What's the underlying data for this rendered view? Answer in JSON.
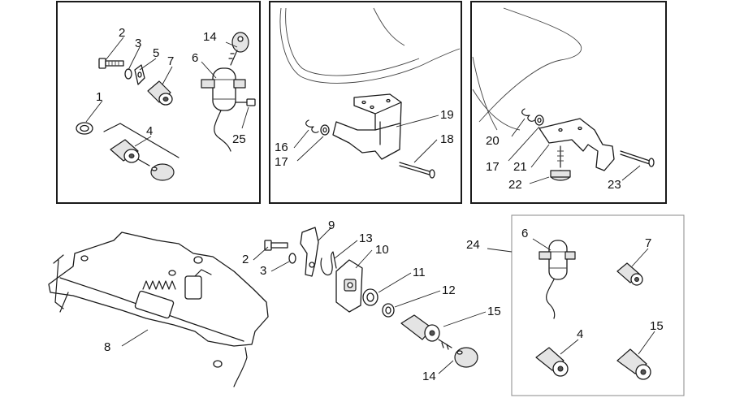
{
  "diagram": {
    "callouts": {
      "p1_1": "1",
      "p1_2": "2",
      "p1_3": "3",
      "p1_4": "4",
      "p1_5": "5",
      "p1_6": "6",
      "p1_7": "7",
      "p1_14": "14",
      "p1_25": "25",
      "p2_16": "16",
      "p2_17": "17",
      "p2_18": "18",
      "p2_19": "19",
      "p3_17": "17",
      "p3_20": "20",
      "p3_21": "21",
      "p3_22": "22",
      "p3_23": "23",
      "m_2": "2",
      "m_3": "3",
      "m_8": "8",
      "m_9": "9",
      "m_10": "10",
      "m_11": "11",
      "m_12": "12",
      "m_13": "13",
      "m_14": "14",
      "m_15": "15",
      "k_24": "24",
      "k_6": "6",
      "k_7": "7",
      "k_4": "4",
      "k_15": "15"
    }
  }
}
